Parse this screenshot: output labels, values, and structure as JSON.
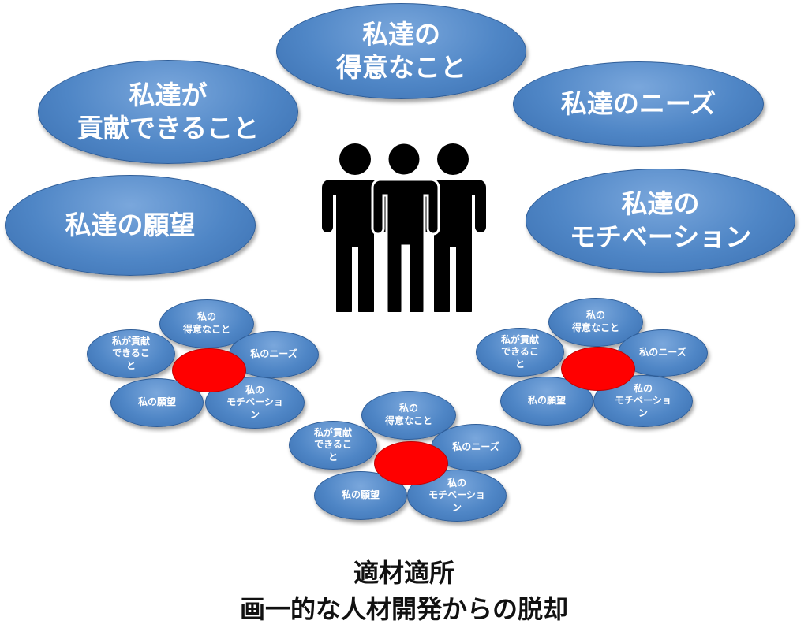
{
  "big_bubbles": {
    "strengths": "私達の\n得意なこと",
    "contribution": "私達が\n貢献できること",
    "needs": "私達のニーズ",
    "wish": "私達の願望",
    "motivation": "私達の\nモチベーション"
  },
  "small_flowers": [
    {
      "strengths": "私の\n得意なこと",
      "contribution": "私が貢献\nできるこ\nと",
      "needs": "私のニーズ",
      "wish": "私の願望",
      "motivation": "私の\nモチベーショ\nン"
    },
    {
      "strengths": "私の\n得意なこと",
      "contribution": "私が貢献\nできるこ\nと",
      "needs": "私のニーズ",
      "wish": "私の願望",
      "motivation": "私の\nモチベーショ\nン"
    },
    {
      "strengths": "私の\n得意なこと",
      "contribution": "私が貢献\nできるこ\nと",
      "needs": "私のニーズ",
      "wish": "私の願望",
      "motivation": "私の\nモチベーショ\nン"
    }
  ],
  "caption": {
    "line1": "適材適所",
    "line2": "画一的な人材開発からの脱却"
  },
  "colors": {
    "bubble": "#4f86c6",
    "hub": "#ff0000",
    "people": "#000000"
  },
  "icons": [
    "people-group-icon"
  ]
}
